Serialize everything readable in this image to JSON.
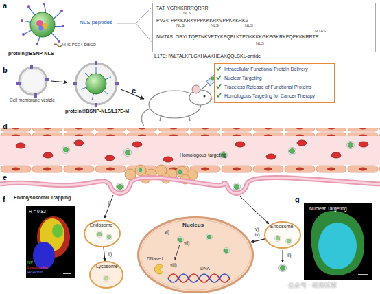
{
  "diagram": {
    "nodes": [
      {
        "text": [
          "TAT: YGRKKRRRQRRR",
          "NLS",
          "PV24: PPKKKRKVPPKKKRKVPPKKKRKV",
          "NLS",
          "NLS",
          "NLS",
          "MTAS",
          "NMTAS: GRYLTQETNKVETYKEQPLKTPGKKKKGKPGKRKEQEKKKRRTR",
          "NLS"
        ]
      },
      {
        "text": [
          "Intracellular Functional Protein Delivery",
          "Nuclear Targeting",
          "Traceless Release of Functional Proteins",
          "Homologous Targeting for Cancer Therapy"
        ]
      },
      {
        "text": [
          "Endolysosomal Trapping",
          "R = 0.82",
          "NP",
          "Lysotracker",
          "Hoechst"
        ]
      },
      {
        "text": [
          "Nuclear Targeting"
        ]
      },
      {
        "text": [
          "Endosome"
        ]
      },
      {
        "text": [
          "Lysosome"
        ]
      },
      {
        "text": [
          "Endosome"
        ]
      },
      {
        "text": [
          "Nucleus",
          "DNase I",
          "DNA"
        ]
      }
    ],
    "edges": [
      {
        "from": 4,
        "to": 5,
        "arrow": "to",
        "label": "ii)"
      },
      {
        "from": 6,
        "to": 7,
        "arrow": "to",
        "label": "iv)"
      }
    ],
    "labels": [
      "a",
      "b",
      "c",
      "d",
      "e",
      "f",
      "g",
      "NLS peptides",
      "protein@BSNP-NLS",
      "NHS-PEG4-DBCO",
      "L17E: IWLTALKFLGKHAAKHEAKQQLSKL-amide",
      "Cell membrane vesicle",
      "protein@BSNP-NLS/L17E-M",
      "Homologous targeting",
      "i)",
      "iii)",
      "v)",
      "vi)",
      "vii)",
      "viii)",
      "公众号 · 靖美硅素"
    ]
  }
}
